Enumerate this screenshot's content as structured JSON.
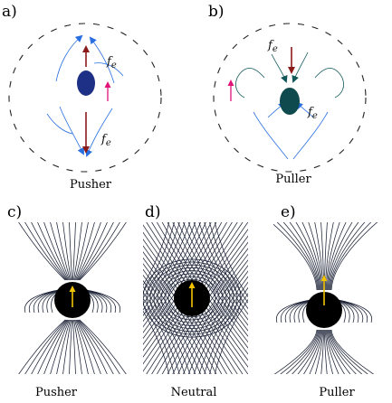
{
  "panels": {
    "a": {
      "label": "a)",
      "caption": "Pusher",
      "force_label": "f",
      "force_sub": "e"
    },
    "b": {
      "label": "b)",
      "caption": "Puller",
      "force_label": "f",
      "force_sub": "e"
    },
    "c": {
      "label": "c)",
      "caption": "Pusher"
    },
    "d": {
      "label": "d)",
      "caption": "Neutral"
    },
    "e": {
      "label": "e)",
      "caption": "Puller"
    }
  },
  "colors": {
    "pusher_body": "#1e2f86",
    "puller_body": "#0f4a4e",
    "field_lines_blue": "#2a6fe0",
    "field_lines_teal": "#10585a",
    "force_arrow": "#8b1a1a",
    "swim_arrow": "#e0137a",
    "orientation_arrow": "#f2c400",
    "dense_field_lines": "#1b2236"
  },
  "icons": {
    "swimmer": "black-disk",
    "direction": "yellow-up-arrow"
  }
}
